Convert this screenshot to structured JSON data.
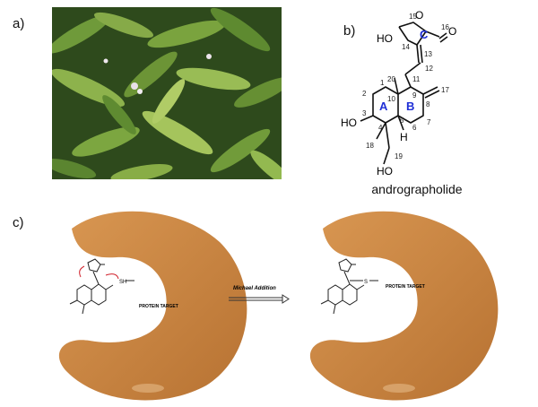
{
  "panels": {
    "a": "a)",
    "b": "b)",
    "c": "c)"
  },
  "molecule": {
    "name": "andrographolide",
    "rings": {
      "A": "A",
      "B": "B",
      "C": "C"
    },
    "atom_labels": {
      "n15": "15",
      "n16": "16",
      "n14": "14",
      "n13": "13",
      "n12": "12",
      "n11": "11",
      "n20": "20",
      "n1": "1",
      "n2": "2",
      "n3": "3",
      "n10": "10",
      "n9": "9",
      "n8": "8",
      "n17": "17",
      "n5": "5",
      "n4": "4",
      "n6": "6",
      "n7": "7",
      "n18": "18",
      "n19": "19"
    },
    "groups": {
      "ho_c14": "HO",
      "ho_c3": "HO",
      "ho_c19": "HO",
      "o_ring": "O",
      "o_carbonyl": "O",
      "h5": "H"
    }
  },
  "scheme": {
    "arrow_label": "Michael Addition",
    "target_label_left": "PROTEIN TARGET",
    "target_label_right": "PROTEIN TARGET",
    "sh_label": "SH",
    "s_label": "S",
    "protein_color": "#c9843e",
    "arrow_color": "#d0202a",
    "ring_label_color": "#1f2fd6"
  }
}
